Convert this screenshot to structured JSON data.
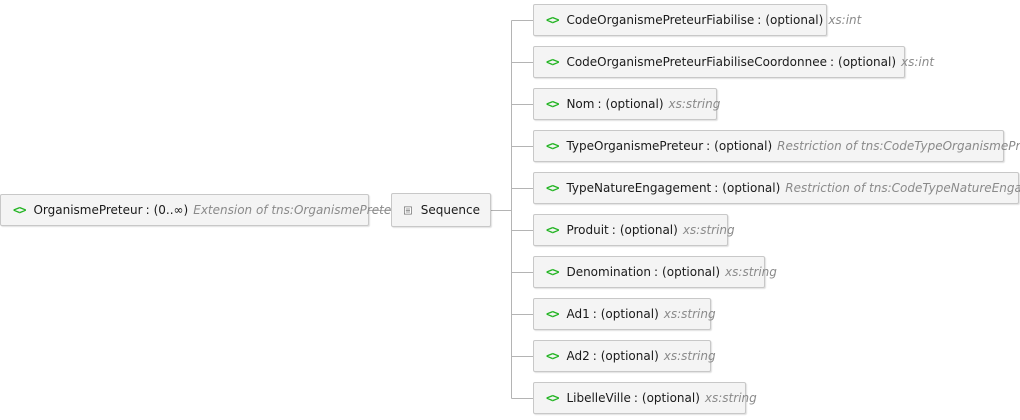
{
  "root": {
    "name": "OrganismePreteur",
    "occurrence": "(0..∞)",
    "type": "Extension of tns:OrganismePreteur",
    "icon": "element-icon"
  },
  "sequence": {
    "label": "Sequence",
    "icon": "sequence-icon"
  },
  "children": [
    {
      "name": "CodeOrganismePreteurFiabilise",
      "occurrence": "(optional)",
      "type": "xs:int"
    },
    {
      "name": "CodeOrganismePreteurFiabiliseCoordonnee",
      "occurrence": "(optional)",
      "type": "xs:int"
    },
    {
      "name": "Nom",
      "occurrence": "(optional)",
      "type": "xs:string"
    },
    {
      "name": "TypeOrganismePreteur",
      "occurrence": "(optional)",
      "type": "Restriction of tns:CodeTypeOrganismePreteur"
    },
    {
      "name": "TypeNatureEngagement",
      "occurrence": "(optional)",
      "type": "Restriction of tns:CodeTypeNatureEngagement"
    },
    {
      "name": "Produit",
      "occurrence": "(optional)",
      "type": "xs:string"
    },
    {
      "name": "Denomination",
      "occurrence": "(optional)",
      "type": "xs:string"
    },
    {
      "name": "Ad1",
      "occurrence": "(optional)",
      "type": "xs:string"
    },
    {
      "name": "Ad2",
      "occurrence": "(optional)",
      "type": "xs:string"
    },
    {
      "name": "LibelleVille",
      "occurrence": "(optional)",
      "type": "xs:string"
    }
  ],
  "colors": {
    "element_icon": "#22b422",
    "node_background": "#f4f4f4",
    "node_border": "#c8c8c8",
    "type_text": "#8a8a8a",
    "connector": "#b4b4b4"
  }
}
